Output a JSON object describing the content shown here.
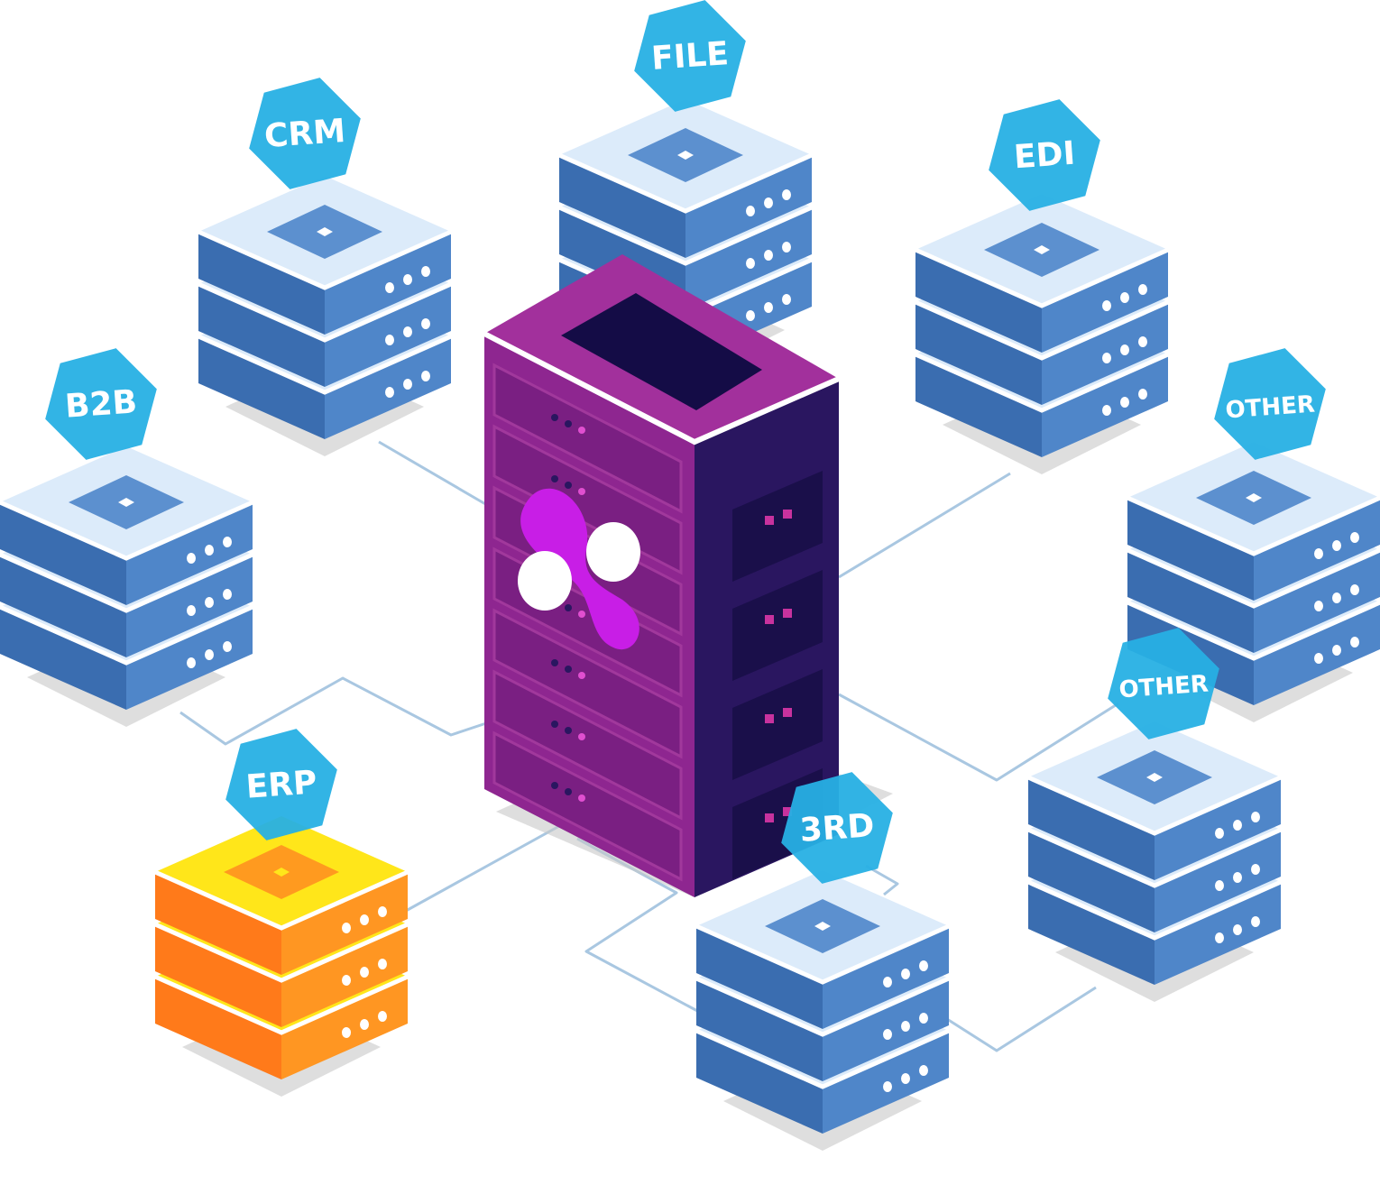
{
  "colors": {
    "server_top": "#dcebfa",
    "server_front": "#3a6db0",
    "server_side": "#4f86c9",
    "server_stripe": "#ffffff",
    "server_pad": "#5c90cf",
    "erp_top": "#ffe61a",
    "erp_front": "#ff7a1a",
    "erp_side": "#ff9622",
    "hub_left": "#8e2690",
    "hub_right": "#2a1660",
    "hub_top": "#a2309c",
    "hub_logo": "#c81ee6",
    "hex_fill": "#27b0e4",
    "connector": "#a9c7e1",
    "shadow": "#c8c8c8"
  },
  "nodes": [
    {
      "id": "crm",
      "label": "CRM",
      "variant": "blue"
    },
    {
      "id": "file",
      "label": "FILE",
      "variant": "blue"
    },
    {
      "id": "edi",
      "label": "EDI",
      "variant": "blue"
    },
    {
      "id": "b2b",
      "label": "B2B",
      "variant": "blue"
    },
    {
      "id": "other-top",
      "label": "OTHER",
      "variant": "blue"
    },
    {
      "id": "other-mid",
      "label": "OTHER",
      "variant": "blue"
    },
    {
      "id": "erp",
      "label": "ERP",
      "variant": "orange"
    },
    {
      "id": "third",
      "label": "3RD",
      "variant": "blue"
    }
  ],
  "hub": {
    "name": "integration-hub"
  }
}
